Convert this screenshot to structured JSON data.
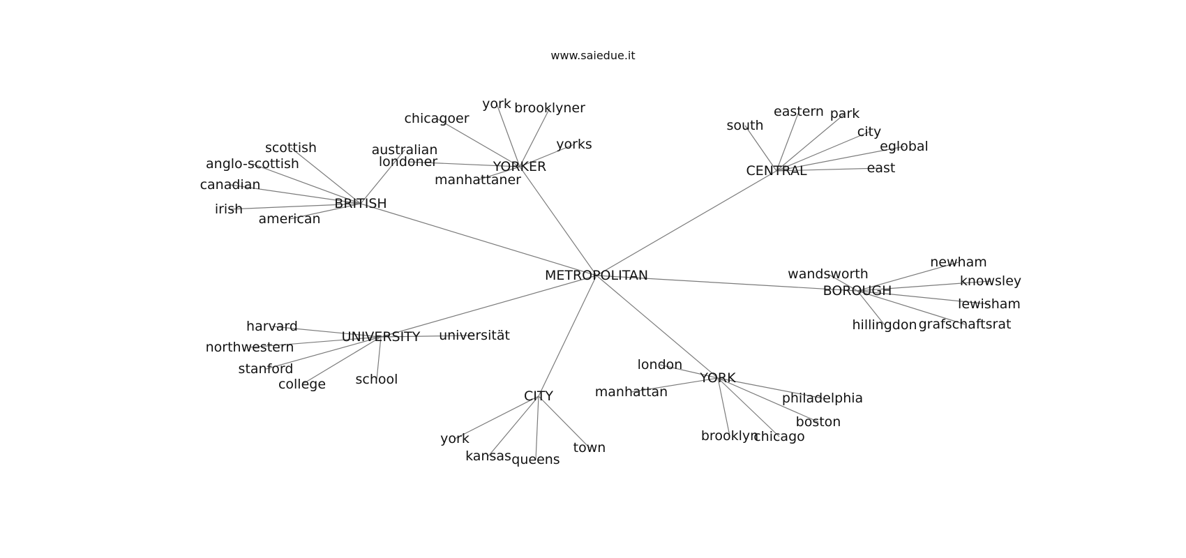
{
  "title": "www.saiedue.it",
  "root": {
    "id": "metropolitan",
    "label": "METROPOLITAN"
  },
  "hubs": [
    {
      "id": "british",
      "label": "BRITISH",
      "leaves": [
        {
          "id": "scottish",
          "label": "scottish"
        },
        {
          "id": "anglo-scottish",
          "label": "anglo-scottish"
        },
        {
          "id": "canadian",
          "label": "canadian"
        },
        {
          "id": "irish",
          "label": "irish"
        },
        {
          "id": "american",
          "label": "american"
        },
        {
          "id": "australian",
          "label": "australian"
        }
      ]
    },
    {
      "id": "yorker",
      "label": "YORKER",
      "leaves": [
        {
          "id": "chicagoer",
          "label": "chicagoer"
        },
        {
          "id": "york-y",
          "label": "york"
        },
        {
          "id": "brooklyner",
          "label": "brooklyner"
        },
        {
          "id": "yorks",
          "label": "yorks"
        },
        {
          "id": "londoner",
          "label": "londoner"
        },
        {
          "id": "manhattaner",
          "label": "manhattaner"
        }
      ]
    },
    {
      "id": "central",
      "label": "CENTRAL",
      "leaves": [
        {
          "id": "south",
          "label": "south"
        },
        {
          "id": "eastern",
          "label": "eastern"
        },
        {
          "id": "park",
          "label": "park"
        },
        {
          "id": "city-c",
          "label": "city"
        },
        {
          "id": "eglobal",
          "label": "eglobal"
        },
        {
          "id": "east",
          "label": "east"
        }
      ]
    },
    {
      "id": "borough",
      "label": "BOROUGH",
      "leaves": [
        {
          "id": "wandsworth",
          "label": "wandsworth"
        },
        {
          "id": "newham",
          "label": "newham"
        },
        {
          "id": "knowsley",
          "label": "knowsley"
        },
        {
          "id": "lewisham",
          "label": "lewisham"
        },
        {
          "id": "hillingdon",
          "label": "hillingdon"
        },
        {
          "id": "grafschaftsrat",
          "label": "grafschaftsrat"
        }
      ]
    },
    {
      "id": "university",
      "label": "UNIVERSITY",
      "leaves": [
        {
          "id": "harvard",
          "label": "harvard"
        },
        {
          "id": "northwestern",
          "label": "northwestern"
        },
        {
          "id": "stanford",
          "label": "stanford"
        },
        {
          "id": "college",
          "label": "college"
        },
        {
          "id": "school",
          "label": "school"
        },
        {
          "id": "universitat",
          "label": "universität"
        }
      ]
    },
    {
      "id": "city",
      "label": "CITY",
      "leaves": [
        {
          "id": "york-c",
          "label": "york"
        },
        {
          "id": "kansas",
          "label": "kansas"
        },
        {
          "id": "queens",
          "label": "queens"
        },
        {
          "id": "town",
          "label": "town"
        }
      ]
    },
    {
      "id": "york",
      "label": "YORK",
      "leaves": [
        {
          "id": "london",
          "label": "london"
        },
        {
          "id": "manhattan",
          "label": "manhattan"
        },
        {
          "id": "philadelphia",
          "label": "philadelphia"
        },
        {
          "id": "boston",
          "label": "boston"
        },
        {
          "id": "brooklyn",
          "label": "brooklyn"
        },
        {
          "id": "chicago",
          "label": "chicago"
        }
      ]
    }
  ]
}
